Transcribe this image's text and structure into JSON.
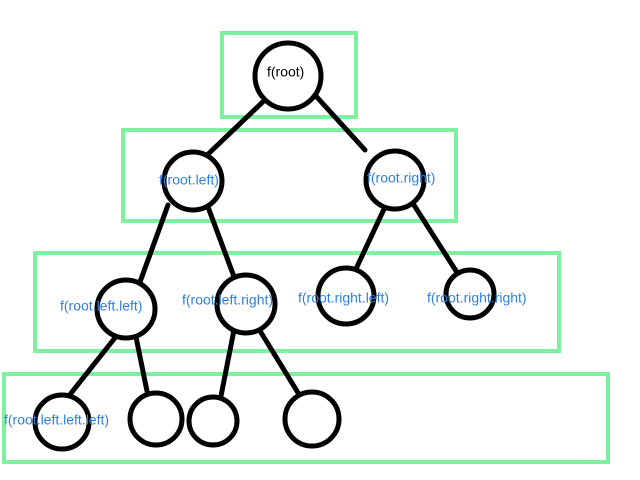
{
  "colors": {
    "box": "#7ef0a0",
    "root_text": "#000000",
    "child_text": "#2f7fe0",
    "stroke": "#000000"
  },
  "nodes": {
    "root": {
      "label": "f(root)"
    },
    "left": {
      "label": "f(root.left)"
    },
    "right": {
      "label": "f(root.right)"
    },
    "left_left": {
      "label": "f(root.left.left)"
    },
    "left_right": {
      "label": "f(root.left.right)"
    },
    "right_left": {
      "label": "f(root.right.left)"
    },
    "right_right": {
      "label": "f(root.right.right)"
    },
    "left_left_left": {
      "label": "f(root.left.left.left)"
    },
    "left_left_right": {
      "label": ""
    },
    "left_right_left": {
      "label": ""
    },
    "left_right_right": {
      "label": ""
    }
  }
}
